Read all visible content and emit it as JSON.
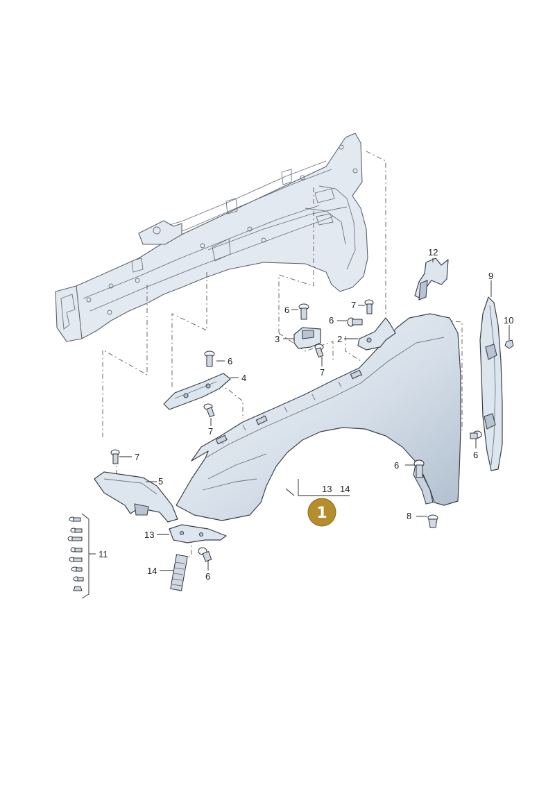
{
  "callouts": {
    "c1": "1",
    "c2": "2",
    "c3": "3",
    "c4": "4",
    "c5": "5",
    "c6a": "6",
    "c6b": "6",
    "c6c": "6",
    "c6d": "6",
    "c6e": "6",
    "c7a": "7",
    "c7b": "7",
    "c7c": "7",
    "c7d": "7",
    "c8": "8",
    "c9": "9",
    "c10": "10",
    "c11": "11",
    "c12": "12",
    "c13a": "13",
    "c13b": "13",
    "c14a": "14",
    "c14b": "14"
  },
  "colors": {
    "badge": "#b58d2c",
    "part_fill": "#dde5ee",
    "outline": "#3a3f46"
  }
}
